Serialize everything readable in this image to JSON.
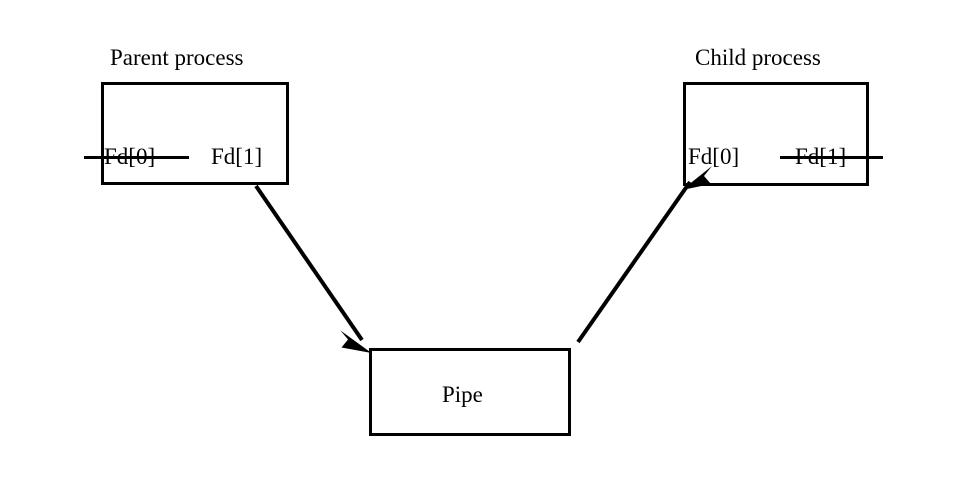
{
  "diagram": {
    "title_visible": false,
    "background_color": "#ffffff",
    "stroke_color": "#000000",
    "nodes": {
      "parent": {
        "title": "Parent process",
        "fd_read_label": "Fd[0]",
        "fd_write_label": "Fd[1]",
        "fd_read_closed": true,
        "fd_write_closed": false
      },
      "child": {
        "title": "Child process",
        "fd_read_label": "Fd[0]",
        "fd_write_label": "Fd[1]",
        "fd_read_closed": false,
        "fd_write_closed": true
      },
      "pipe": {
        "label": "Pipe"
      }
    },
    "edges": [
      {
        "name": "parent-write-to-pipe",
        "from": "parent",
        "to": "pipe",
        "direction": "down-right",
        "arrowhead": "at-pipe"
      },
      {
        "name": "pipe-to-child-read",
        "from": "pipe",
        "to": "child",
        "direction": "up-right",
        "arrowhead": "at-child"
      }
    ]
  }
}
